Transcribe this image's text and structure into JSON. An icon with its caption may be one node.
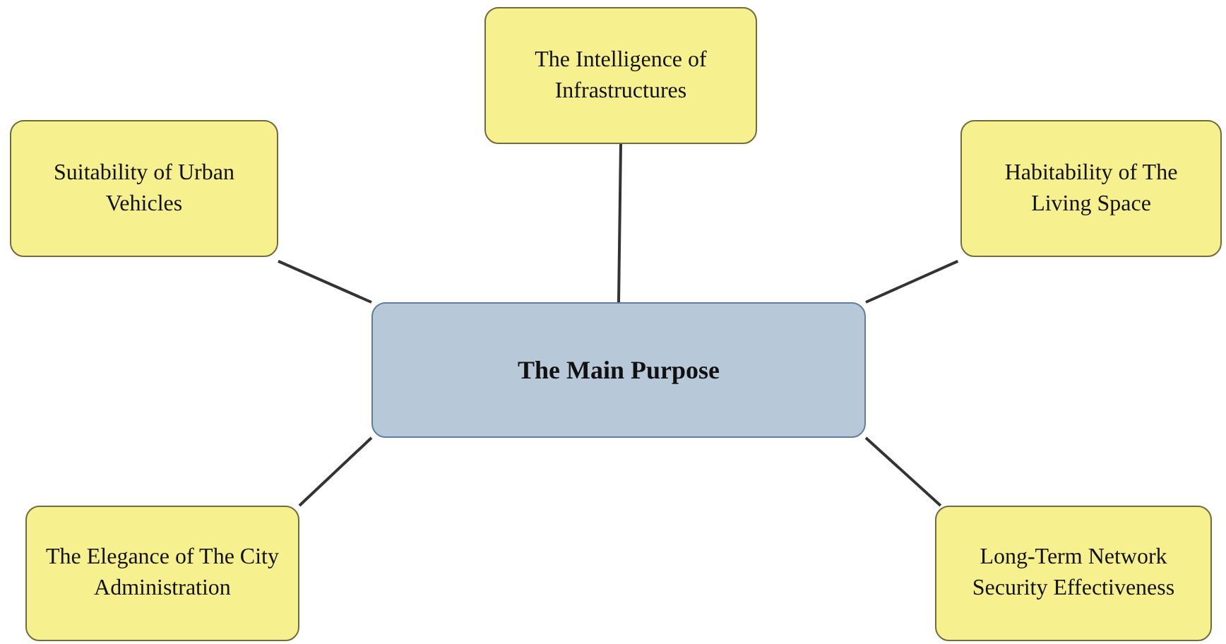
{
  "diagram": {
    "nodes": [
      {
        "text": [
          "The Intelligence of Infrastructures"
        ]
      },
      {
        "text": [
          "Suitability of Urban Vehicles"
        ]
      },
      {
        "text": [
          "Habitability of The Living Space"
        ]
      },
      {
        "text": [
          "The Main Purpose"
        ]
      },
      {
        "text": [
          "The Elegance of The City Administration"
        ]
      },
      {
        "text": [
          "Long-Term Network Security Effectiveness"
        ]
      }
    ],
    "edges": [
      {
        "from": 3,
        "to": 0,
        "arrow": "none"
      },
      {
        "from": 3,
        "to": 1,
        "arrow": "none"
      },
      {
        "from": 3,
        "to": 2,
        "arrow": "none"
      },
      {
        "from": 3,
        "to": 4,
        "arrow": "none"
      },
      {
        "from": 3,
        "to": 5,
        "arrow": "none"
      }
    ]
  }
}
